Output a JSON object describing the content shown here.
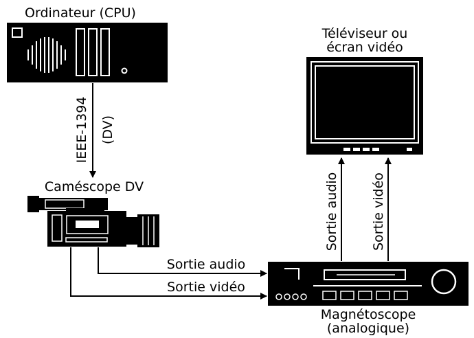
{
  "labels": {
    "computer": "Ordinateur (CPU)",
    "tv_line1": "Téléviseur ou",
    "tv_line2": "écran vidéo",
    "camcorder": "Caméscope DV",
    "vcr_line1": "Magnétoscope",
    "vcr_line2": "(analogique)",
    "ieee_line1": "IEEE-1394",
    "ieee_line2": "(DV)",
    "cam_audio_out": "Sortie audio",
    "cam_video_out": "Sortie vidéo",
    "vcr_audio_out": "Sortie audio",
    "vcr_video_out": "Sortie vidéo"
  },
  "colors": {
    "ink": "#000000",
    "paper": "#ffffff"
  },
  "icons": {
    "computer": "computer-tower-icon",
    "tv": "television-icon",
    "camcorder": "camcorder-icon",
    "vcr": "vcr-icon"
  }
}
